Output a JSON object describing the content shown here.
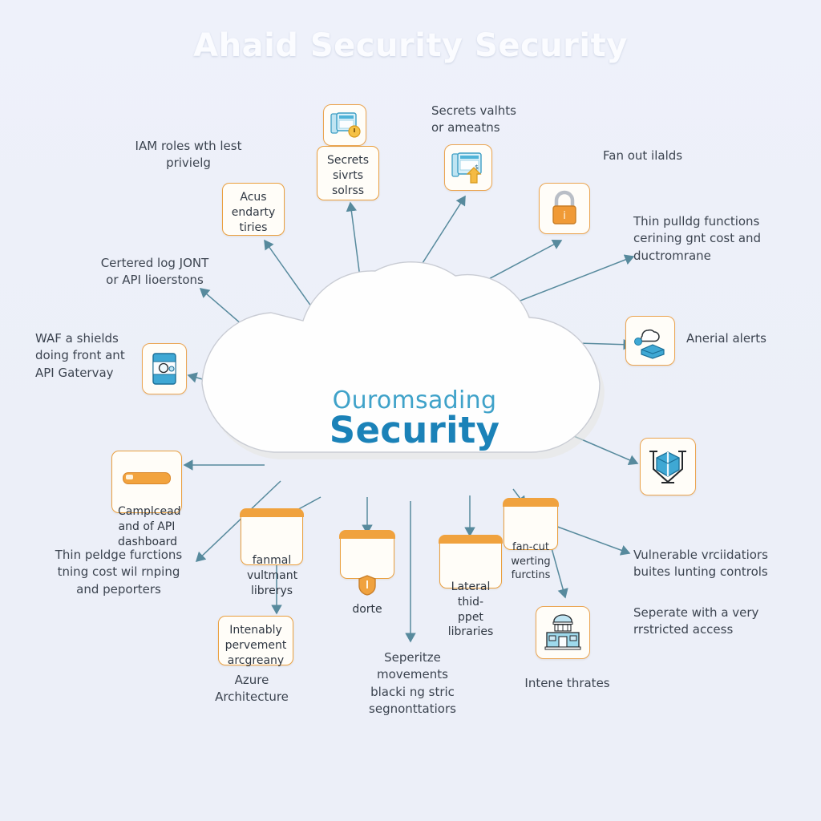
{
  "page": {
    "title": "Ahaid Security Security",
    "background_color": "#eef1f9",
    "accent_orange": "#eba552",
    "accent_blue": "#1b82b8",
    "line_color": "#4b8296"
  },
  "center": {
    "line1": "Ouromsading",
    "line2": "Security"
  },
  "notes": [
    {
      "id": "iam",
      "text": "IAM roles wth lest\nprivielg"
    },
    {
      "id": "secrets",
      "text": "Secrets valhts\nor ameatns"
    },
    {
      "id": "fanout",
      "text": "Fan out ilalds"
    },
    {
      "id": "thinpull",
      "text": "Thin pulldg functions\ncerining gnt cost and\nductromrane"
    },
    {
      "id": "centered",
      "text": "Certered log JONT\nor API lioerstons"
    },
    {
      "id": "waf",
      "text": "WAF a shields\ndoing front ant\nAPI Gatervay"
    },
    {
      "id": "anerial",
      "text": "Anerial alerts"
    },
    {
      "id": "thinpeldge",
      "text": "Thin peldge furctions\ntning cost wil rnping\nand peporters"
    },
    {
      "id": "vulnerable",
      "text": "Vulnerable vrciidatiors\nbuites lunting controls"
    },
    {
      "id": "seperate",
      "text": "Seperate with a very\nrrstricted access"
    },
    {
      "id": "azure",
      "text": "Azure\nArchitecture"
    },
    {
      "id": "seperitze",
      "text": "Seperitze\nmovements\nblacki ng stric\nsegnonttatiors"
    },
    {
      "id": "intene",
      "text": "Intene thrates"
    }
  ],
  "cards": [
    {
      "id": "acus",
      "text": "Acus\nendarty\ntiries",
      "tabbed": false
    },
    {
      "id": "secrets-box",
      "text": "Secrets\nsivrts\nsolrss",
      "tabbed": false
    },
    {
      "id": "complicated",
      "text": "Camplcead\nand of API\ndashboard",
      "tabbed": false,
      "icon": "progress-pill"
    },
    {
      "id": "fanmal",
      "text": "fanmal\nvultmant\nlibrerys",
      "tabbed": true
    },
    {
      "id": "dorte",
      "text": "dorte",
      "tabbed": true,
      "icon": "shield"
    },
    {
      "id": "lateral",
      "text": "Lateral\nthid-ppet\nlibraries",
      "tabbed": true
    },
    {
      "id": "fancut",
      "text": "fan-cut\nwerting\nfurctins",
      "tabbed": true
    },
    {
      "id": "intenably",
      "text": "Intenably\npervement\narcgreany",
      "tabbed": false
    }
  ],
  "icon_tiles": [
    {
      "id": "monitor-top",
      "icon": "monitor-alert-icon"
    },
    {
      "id": "monitor-secret",
      "icon": "monitor-key-icon"
    },
    {
      "id": "padlock",
      "icon": "padlock-icon"
    },
    {
      "id": "cloud-storage",
      "icon": "cloud-storage-icon"
    },
    {
      "id": "cube-shield",
      "icon": "cube-bracket-icon"
    },
    {
      "id": "gateway",
      "icon": "api-gateway-icon"
    },
    {
      "id": "bank",
      "icon": "bank-building-icon"
    }
  ],
  "chart_data": {
    "type": "diagram",
    "layout": "radial hub-and-spoke",
    "hub": "Ouromsading Security",
    "spoke_count": 15
  }
}
